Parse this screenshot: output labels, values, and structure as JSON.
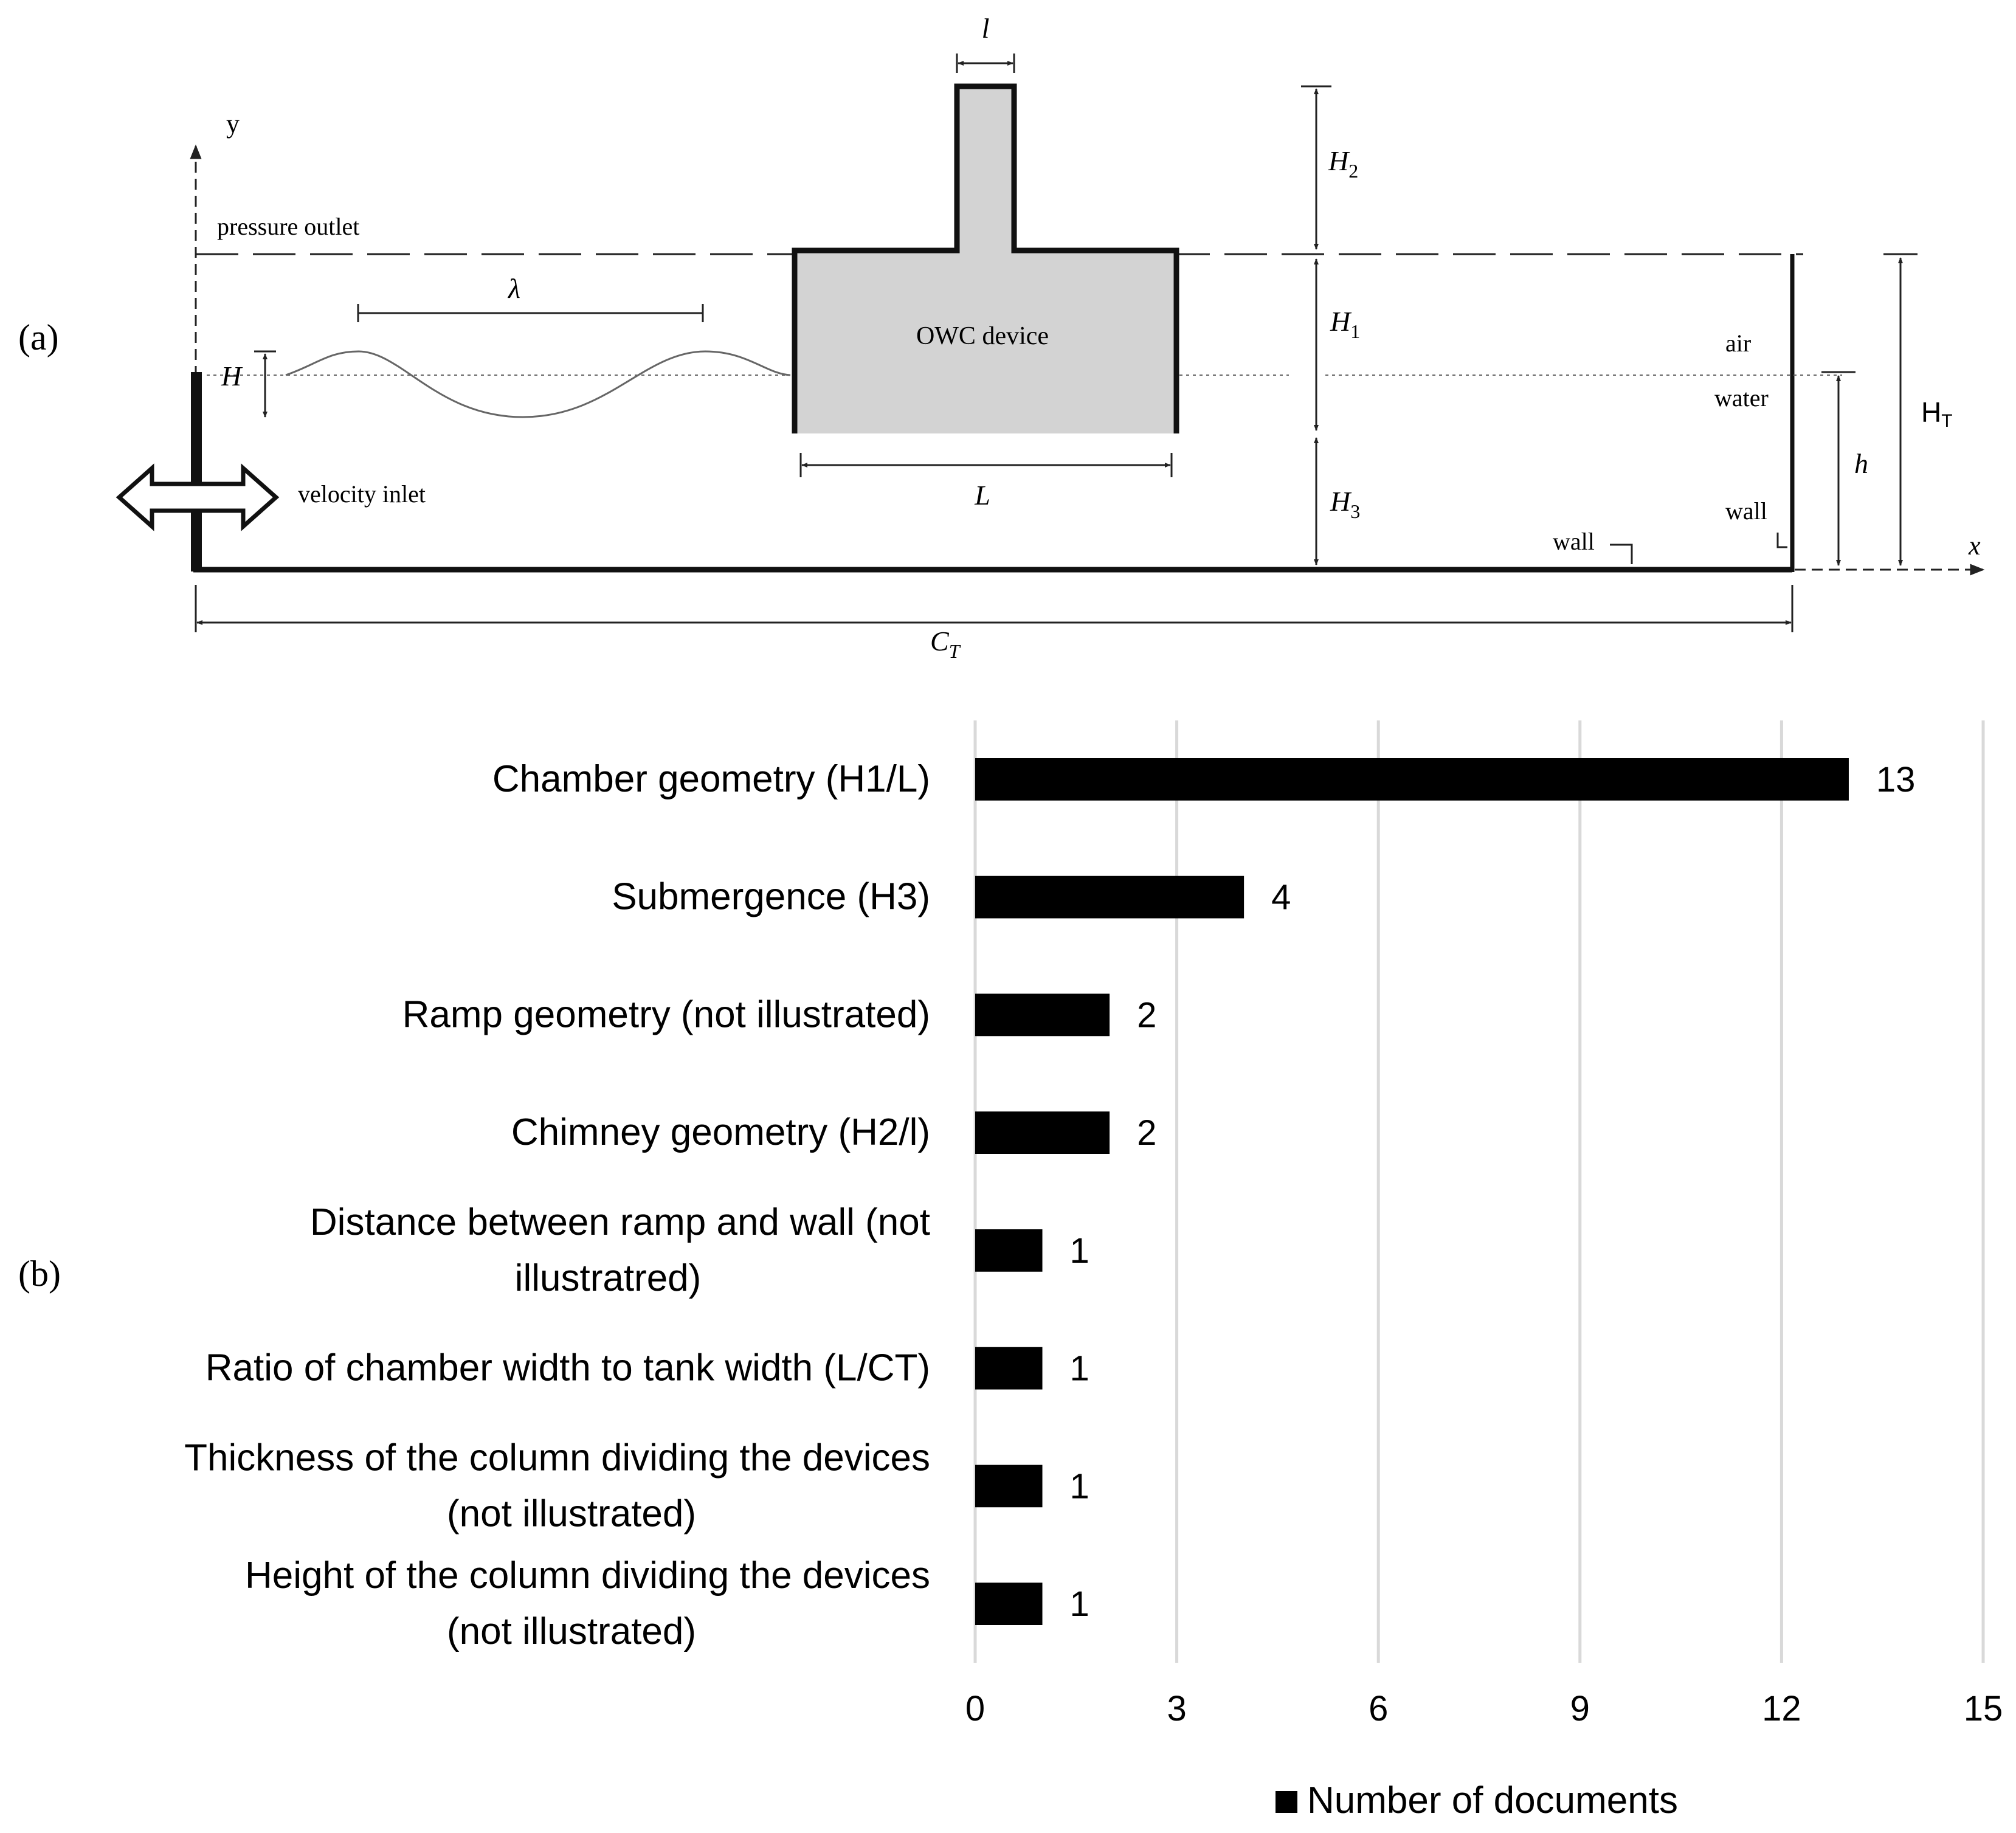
{
  "panel_a": {
    "label": "(a)",
    "y_axis": "y",
    "x_axis": "x",
    "pressure_outlet": "pressure outlet",
    "velocity_inlet": "velocity inlet",
    "wavelength": "λ",
    "wave_height": "H",
    "device_label": "OWC device",
    "chimney_width": "l",
    "chamber_width": "L",
    "H1": "H",
    "H1_sub": "1",
    "H2": "H",
    "H2_sub": "2",
    "H3": "H",
    "H3_sub": "3",
    "HT": "H",
    "HT_sub": "T",
    "water_depth": "h",
    "air": "air",
    "water": "water",
    "wall_bottom": "wall",
    "wall_right": "wall",
    "tank_length": "C",
    "tank_length_sub": "T"
  },
  "panel_b": {
    "label": "(b)",
    "legend": "Number of documents",
    "bar_color": "#000000",
    "grid_color": "#d9d9d9"
  },
  "chart_data": {
    "type": "bar",
    "orientation": "horizontal",
    "categories": [
      [
        "Chamber geometry (H1/L)"
      ],
      [
        "Submergence (H3)"
      ],
      [
        "Ramp geometry (not illustrated)"
      ],
      [
        "Chimney geometry (H2/l)"
      ],
      [
        "Distance between ramp and wall (not",
        "illustratred)"
      ],
      [
        "Ratio of chamber width to tank width (L/CT)"
      ],
      [
        "Thickness of the column dividing the devices",
        "(not illustrated)"
      ],
      [
        "Height of the column dividing the devices",
        "(not illustrated)"
      ]
    ],
    "series": [
      {
        "name": "Number of documents",
        "values": [
          13,
          4,
          2,
          2,
          1,
          1,
          1,
          1
        ]
      }
    ],
    "xlim": [
      0,
      15
    ],
    "xticks": [
      0,
      3,
      6,
      9,
      12,
      15
    ],
    "grid": true,
    "legend_position": "bottom"
  }
}
